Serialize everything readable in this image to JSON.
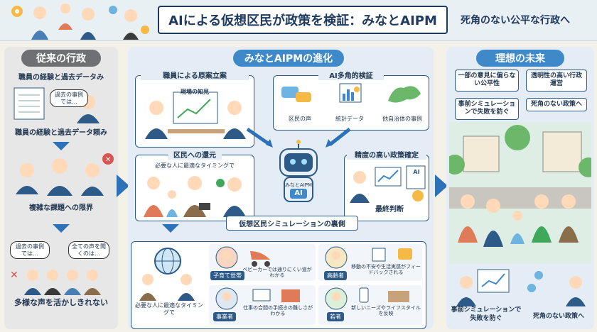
{
  "header": {
    "title": "AIによる仮想区民が政策を検証：みなとAIPM",
    "subtitle": "死角のない公平な行政へ"
  },
  "left": {
    "heading": "従来の行政",
    "box1_title": "職員の経験と過去データみ",
    "box1_bubble": "過去の事例では…",
    "box1_caption": "職員の経験と過去データ頼み",
    "box2_caption": "複雑な課題への限界",
    "box3_bubble_a": "過去の事例では…",
    "box3_bubble_b": "全ての声を聞くのは…",
    "box3_caption": "多様な声を活かしきれない"
  },
  "middle": {
    "heading": "みなとAIPMの進化",
    "draft_title": "職員による原案立案",
    "draft_board": "現場の知見",
    "ai_title": "AI多角的検証",
    "ai_voice": "区民の声",
    "ai_stats": "統計データ",
    "ai_cases": "他自治体の事例",
    "return_title": "区民への還元",
    "return_sub": "必要な人に最適なタイミングで",
    "robot_label": "みなとAIPM",
    "robot_ai": "AI",
    "policy_title": "精度の高い政策確定",
    "policy_chart": "AI",
    "policy_final": "最終判断",
    "sim_title": "仮想区民シミュレーションの裏側",
    "sim_left_caption": "必要な人に最適なタイミングで",
    "sim_rows": [
      {
        "role": "子育て世帯",
        "note": "ベビーカーでは通りにくい道がわかる"
      },
      {
        "role": "高齢者",
        "note": "移動の不安や生活実感がフィードバックされる"
      },
      {
        "role": "事業者",
        "note": "仕事の合間の手続きの難しさがわかる"
      },
      {
        "role": "若者",
        "note": "新しいニーズやライフスタイルを反映"
      }
    ]
  },
  "right": {
    "heading": "理想の未来",
    "tag1": "一部の意見に偏らない公平性",
    "tag2": "透明性の高い行政運営",
    "tag3": "事前シミュレーションで失敗を防ぐ",
    "tag4": "死角のない政策へ",
    "bottom_left": "事前シミュレーションで失敗を防ぐ",
    "bottom_right": "死角のない政策へ"
  },
  "colors": {
    "navy": "#1f3a5f",
    "blue": "#3f89c8",
    "arrow": "#2d72b8",
    "gray_pill": "#6e7073"
  }
}
